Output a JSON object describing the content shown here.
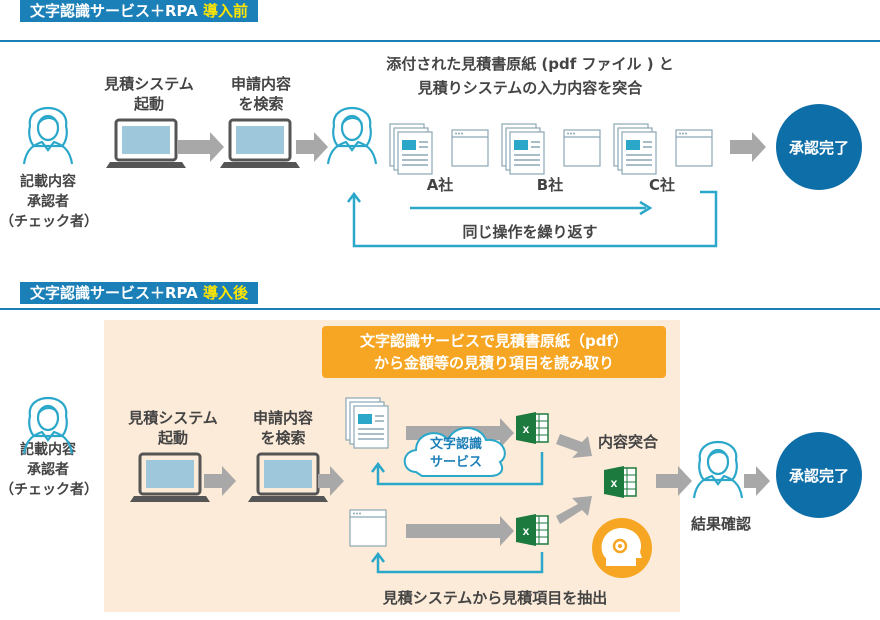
{
  "before": {
    "banner_prefix": "文字認識サービス＋RPA",
    "banner_highlight": "導入前",
    "person_label": "記載内容\n承認者\n（チェック者）",
    "step1": "見積システム\n起動",
    "step2": "申請内容\nを検索",
    "compare_text": "添付された見積書原紙 (pdf ファイル ) と\n見積りシステムの入力内容を突合",
    "company_a": "A社",
    "company_b": "B社",
    "company_c": "C社",
    "repeat_text": "同じ操作を繰り返す",
    "done": "承認完了"
  },
  "after": {
    "banner_prefix": "文字認識サービス＋RPA",
    "banner_highlight": "導入後",
    "person_label": "記載内容\n承認者\n（チェック者）",
    "step1": "見積システム\n起動",
    "step2": "申請内容\nを検索",
    "ocr_note": "文字認識サービスで見積書原紙（pdf）\nから金額等の見積り項目を読み取り",
    "cloud_label": "文字認識\nサービス",
    "match_label": "内容突合",
    "result_label": "結果確認",
    "extract_text": "見積システムから見積項目を抽出",
    "done": "承認完了"
  },
  "colors": {
    "primary_blue": "#1b7fb8",
    "dark_blue": "#0e6ea8",
    "accent_yellow": "#ffe600",
    "orange": "#f6a623",
    "peach_bg": "#fcebd8",
    "teal": "#2aa7c9",
    "excel_green": "#1d7a3e",
    "arrow_gray": "#a8a8a8"
  }
}
